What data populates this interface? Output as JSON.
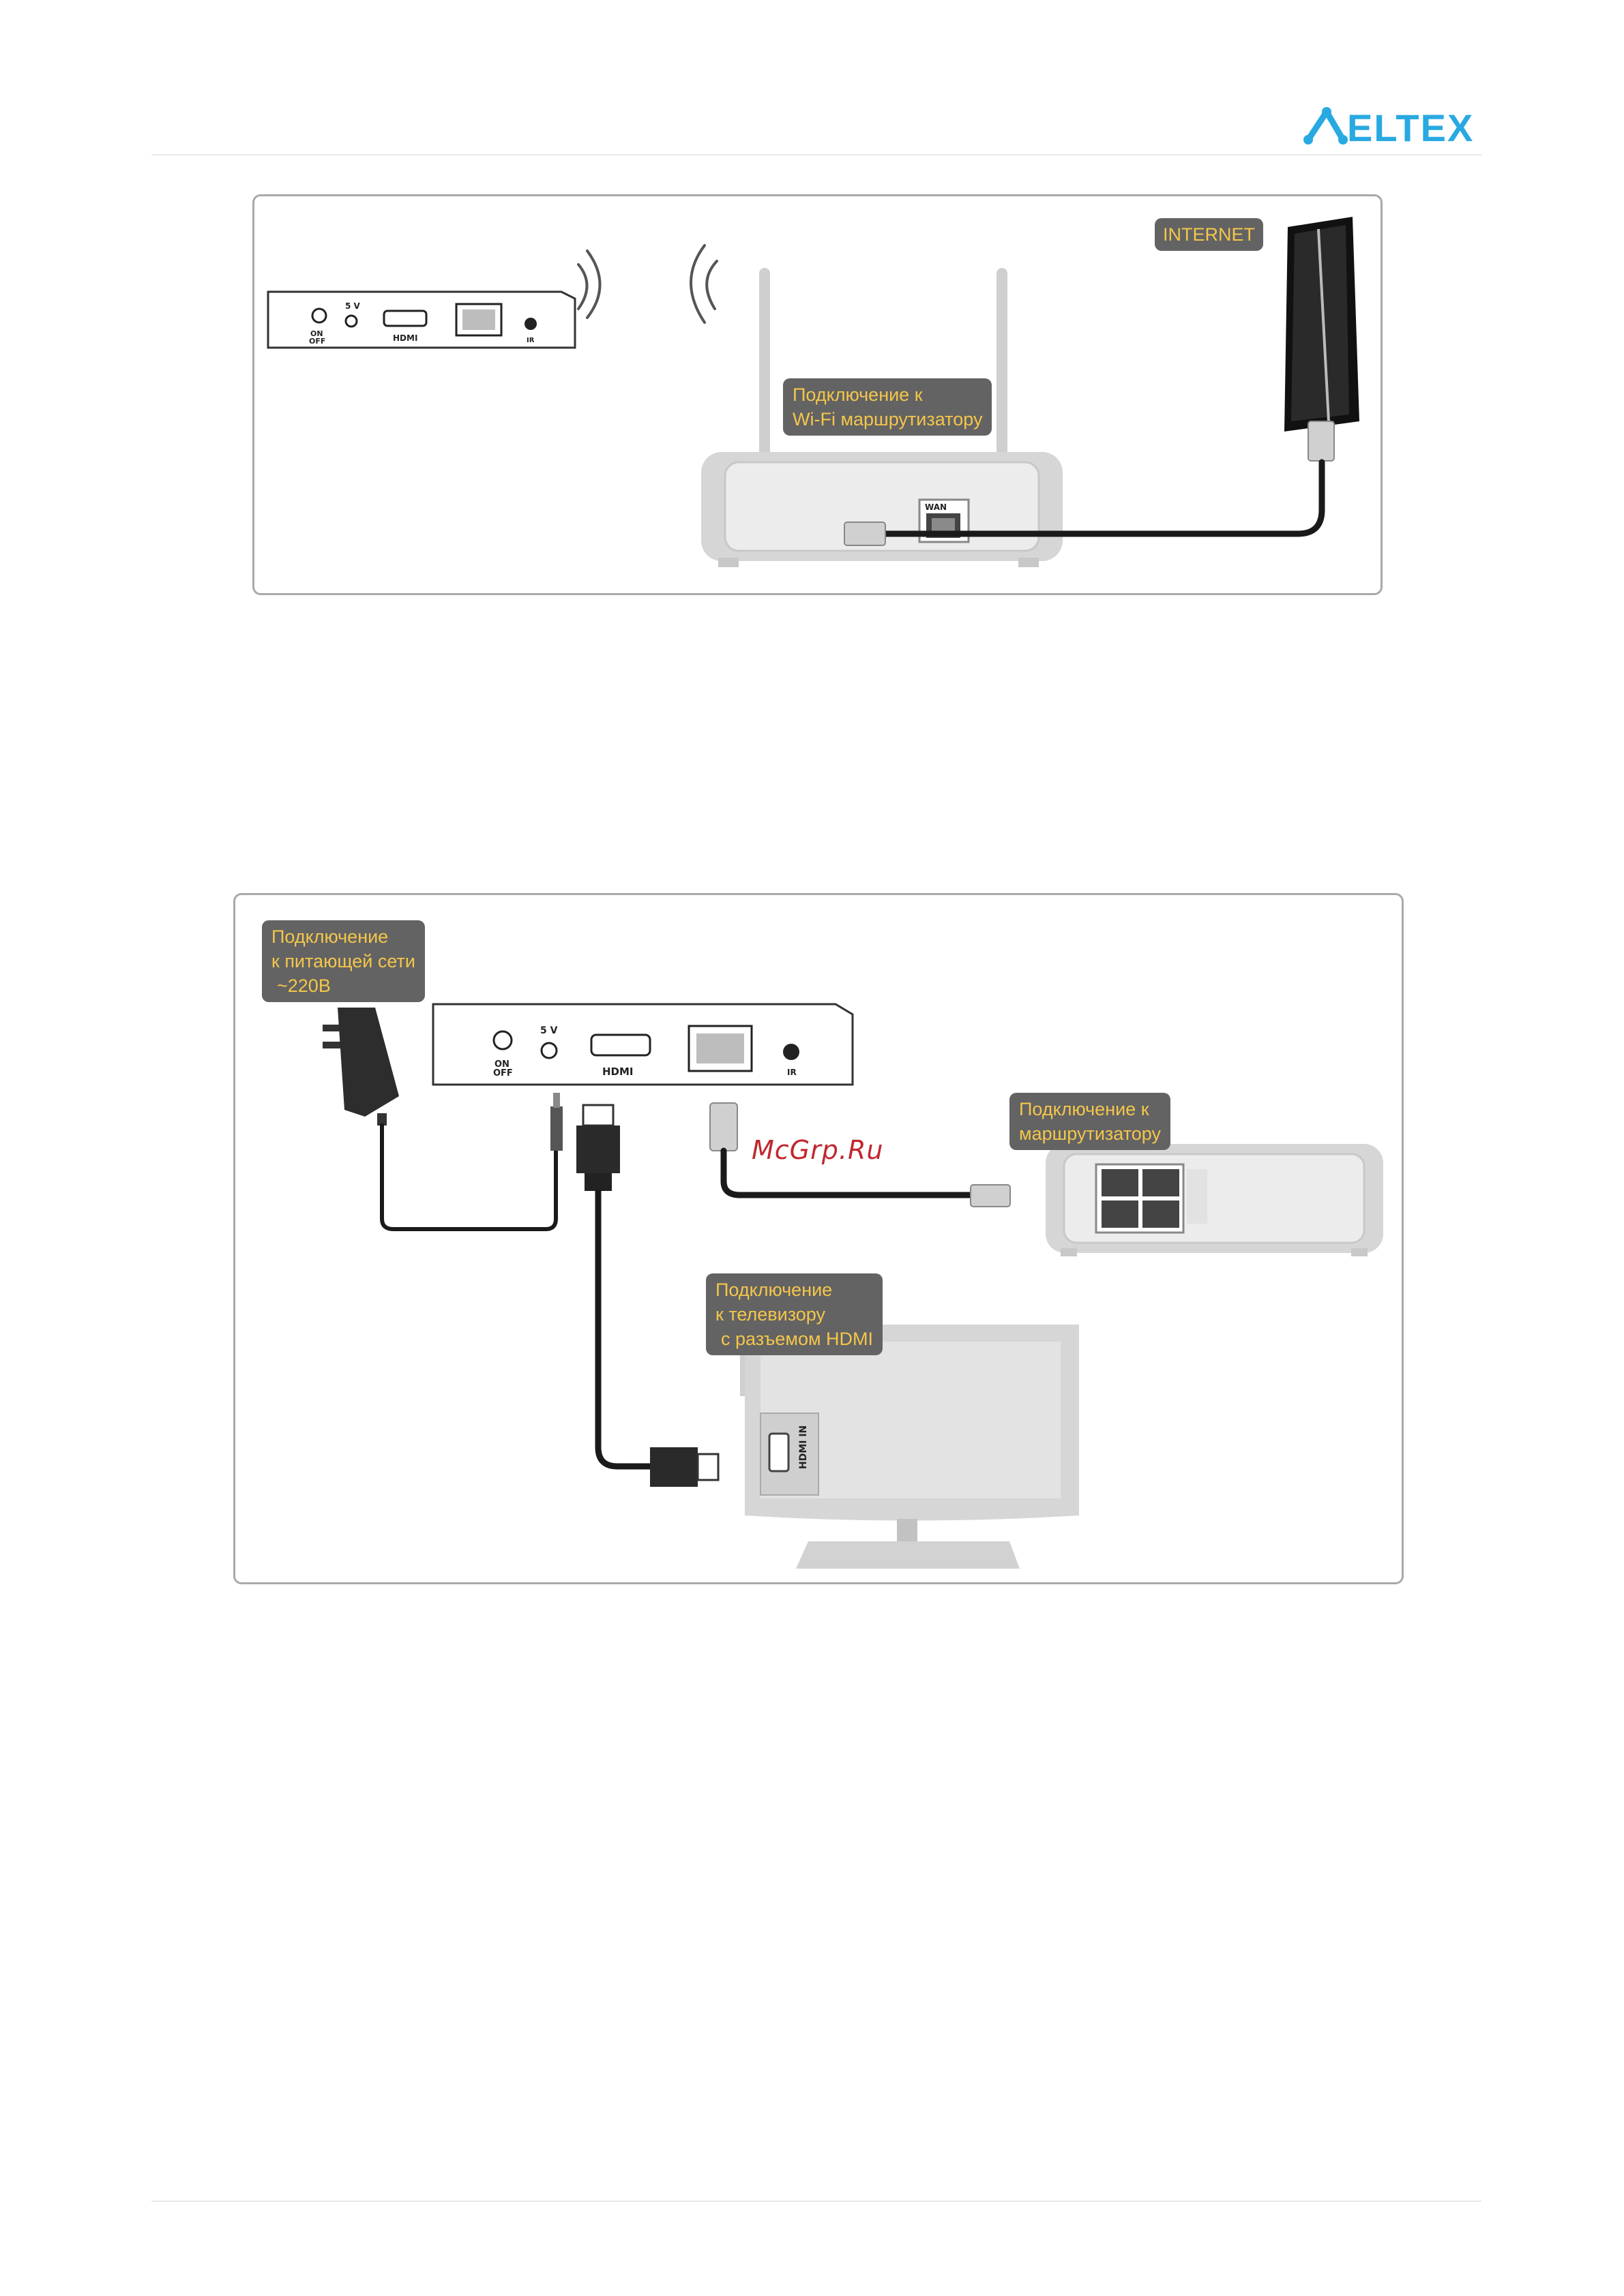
{
  "brand": {
    "logo_text": "ELTEX",
    "accent": "#29a9e1"
  },
  "diagram1": {
    "labels": {
      "internet": "INTERNET",
      "wifi_router": [
        "Подключение к",
        "Wi-Fi маршрутизатору"
      ]
    },
    "stb_ports": {
      "on": "ON",
      "off": "OFF",
      "volt": "5 V",
      "hdmi": "HDMI",
      "ir": "IR"
    },
    "router_port": "WAN"
  },
  "diagram2": {
    "labels": {
      "power": [
        "Подключение",
        "к питающей сети",
        "~220В"
      ],
      "router": [
        "Подключение к",
        "маршрутизатору"
      ],
      "tv": [
        "Подключение",
        "к телевизору",
        "с разъемом HDMI"
      ]
    },
    "stb_ports": {
      "on": "ON",
      "off": "OFF",
      "volt": "5 V",
      "hdmi": "HDMI",
      "ir": "IR"
    },
    "tv_port": "HDMI IN"
  },
  "watermark": "McGrp.Ru"
}
